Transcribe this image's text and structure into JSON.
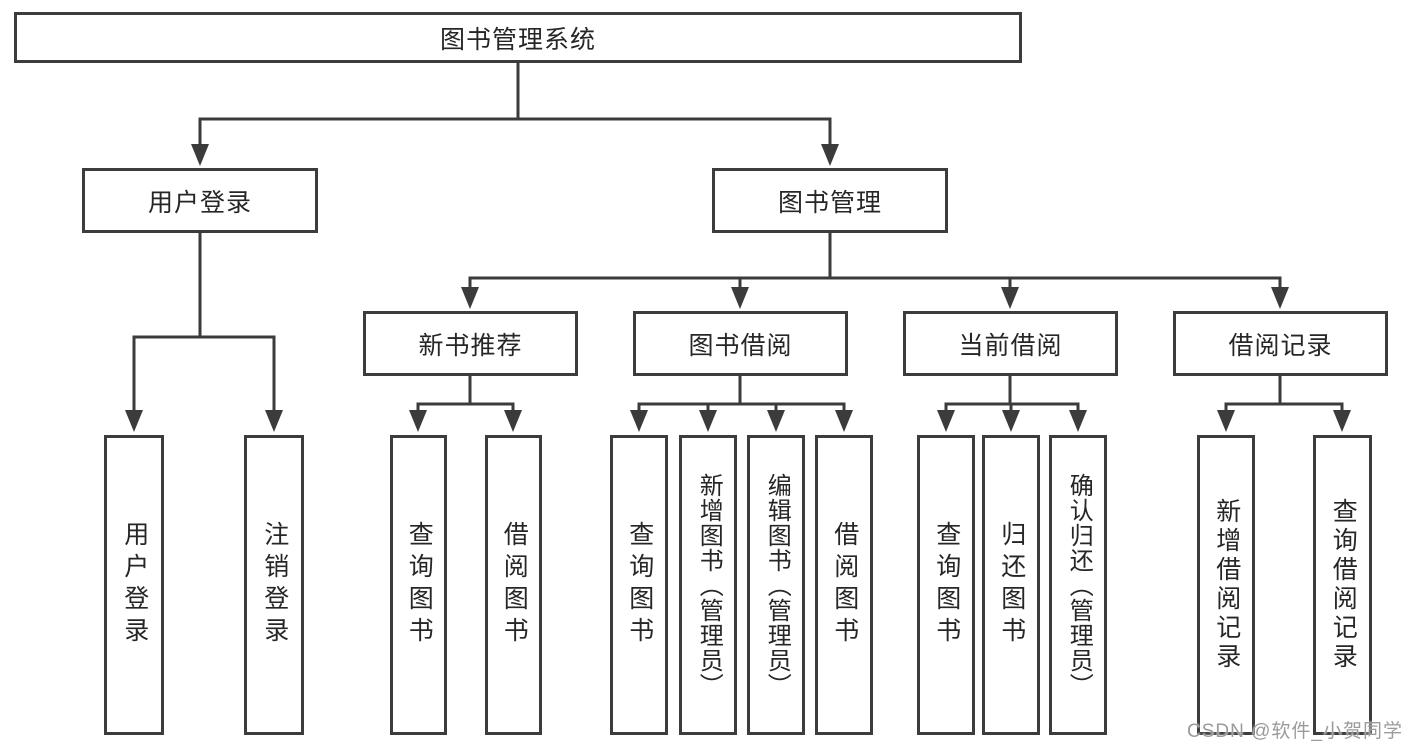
{
  "colors": {
    "line": "#3b3b3b",
    "box_border": "#3c3c3c",
    "text": "#262626",
    "background": "#ffffff",
    "watermark_text": "#9b9b9b"
  },
  "nodes": {
    "root": {
      "label": "图书管理系统"
    },
    "user_login": {
      "label": "用户登录"
    },
    "book_mgmt": {
      "label": "图书管理"
    },
    "new_book": {
      "label": "新书推荐"
    },
    "book_borrow": {
      "label": "图书借阅"
    },
    "current_borrow": {
      "label": "当前借阅"
    },
    "borrow_record": {
      "label": "借阅记录"
    }
  },
  "leaves": {
    "ul_login": "用户登录",
    "ul_logout": "注销登录",
    "nb_query": "查询图书",
    "nb_borrow": "借阅图书",
    "bb_query": "查询图书",
    "bb_add": "新增图书（管理员）",
    "bb_edit": "编辑图书（管理员）",
    "bb_borrow": "借阅图书",
    "cb_query": "查询图书",
    "cb_return": "归还图书",
    "cb_confirm": "确认归还（管理员）",
    "br_add": "新增借阅记录",
    "br_query": "查询借阅记录"
  },
  "watermark": "CSDN @软件_小贺同学"
}
